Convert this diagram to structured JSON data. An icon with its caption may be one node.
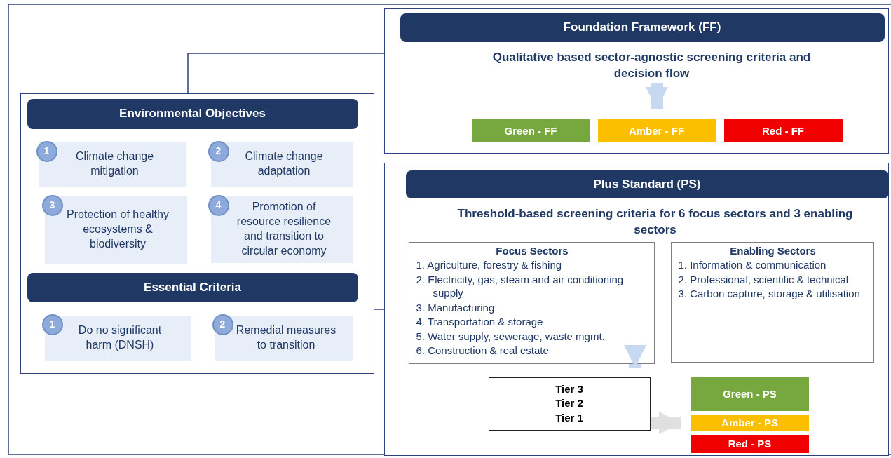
{
  "diagram": {
    "nodes": [
      {
        "text": [],
        "shape": "box"
      },
      {
        "text": [
          "Environmental Objectives"
        ],
        "in": 0
      },
      {
        "text": [
          "1",
          "Climate change mitigation"
        ],
        "in": 0
      },
      {
        "text": [
          "2",
          "Climate change adaptation"
        ],
        "in": 0
      },
      {
        "text": [
          "3",
          "Protection of healthy ecosystems & biodiversity"
        ],
        "in": 0
      },
      {
        "text": [
          "4",
          "Promotion of resource resilience and transition to circular economy"
        ],
        "in": 0
      },
      {
        "text": [
          "Essential Criteria"
        ],
        "in": 0
      },
      {
        "text": [
          "1",
          "Do no significant harm (DNSH)"
        ],
        "in": 0
      },
      {
        "text": [
          "2",
          "Remedial measures to transition"
        ],
        "in": 0
      },
      {
        "text": [],
        "shape": "box"
      },
      {
        "text": [
          "Foundation Framework (FF)"
        ],
        "in": 9
      },
      {
        "text": [
          "Qualitative based sector-agnostic screening criteria and decision flow"
        ],
        "in": 9
      },
      {
        "text": [
          "Green - FF"
        ],
        "in": 9
      },
      {
        "text": [
          "Amber - FF"
        ],
        "in": 9
      },
      {
        "text": [
          "Red - FF"
        ],
        "in": 9
      },
      {
        "text": [],
        "shape": "box"
      },
      {
        "text": [
          "Plus Standard (PS)"
        ],
        "in": 15
      },
      {
        "text": [
          "Threshold-based screening criteria for 6 focus sectors and 3 enabling sectors"
        ],
        "in": 15
      },
      {
        "text": [
          "Focus Sectors",
          "1. Agriculture, forestry & fishing",
          "2. Electricity, gas, steam and air conditioning supply",
          "3. Manufacturing",
          "4. Transportation & storage",
          "5. Water supply, sewerage, waste mgmt.",
          "6. Construction & real estate"
        ],
        "in": 15
      },
      {
        "text": [
          "Enabling Sectors",
          "1. Information & communication",
          "2. Professional, scientific & technical",
          "3. Carbon capture, storage & utilisation"
        ],
        "in": 15
      },
      {
        "text": [
          "Tier 3",
          "Tier 2",
          "Tier 1"
        ],
        "in": 15
      },
      {
        "text": [
          "Green - PS"
        ],
        "in": 15
      },
      {
        "text": [
          "Amber - PS"
        ],
        "in": 15
      },
      {
        "text": [
          "Red - PS"
        ],
        "in": 15
      }
    ],
    "edges": [
      {
        "from": 0,
        "to": 9,
        "arrow": "none"
      },
      {
        "from": 0,
        "to": 15,
        "arrow": "none"
      },
      {
        "from": 11,
        "to": 13,
        "arrow": "to",
        "color": "#c6d9f1"
      },
      {
        "from": 18,
        "to": 20,
        "arrow": "to",
        "color": "#c6d9f1"
      },
      {
        "from": 20,
        "to": 22,
        "arrow": "to",
        "color": "#e0e0e0"
      }
    ]
  }
}
